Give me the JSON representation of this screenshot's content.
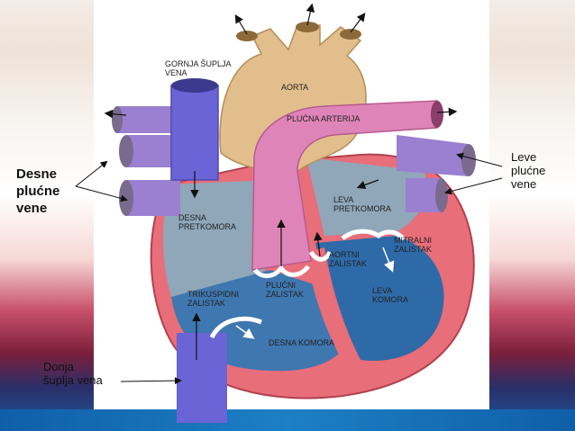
{
  "labels": {
    "gornja_suplja_vena": [
      "GORNJA ŠUPLJA",
      "VENA"
    ],
    "aorta": "AORTA",
    "plucna_arterija": "PLUĆNA ARTERIJA",
    "desne_plucne_vene": [
      "Desne",
      "plućne",
      "vene"
    ],
    "leve_plucne_vene": [
      "Leve",
      "plućne",
      "vene"
    ],
    "leva_pretkomora": [
      "LEVA",
      "PRETKOMORA"
    ],
    "desna_pretkomora": [
      "DESNA",
      "PRETKOMORA"
    ],
    "mitralni_zalistak": [
      "MITRALNI",
      "ZALISTAK"
    ],
    "aortni_zalistak": [
      "AORTNI",
      "ZALISTAK"
    ],
    "plucni_zalistak": [
      "PLUĆNI",
      "ZALISTAK"
    ],
    "leva_komora": [
      "LEVA",
      "KOMORA"
    ],
    "trikuspidni_zalistak": [
      "TRIKUSPIDNI",
      "ZALISTAK"
    ],
    "desna_komora": "DESNA KOMORA",
    "donja_suplja_vena": [
      "Donja",
      "šuplja vena"
    ]
  },
  "colors": {
    "vena_cava": "#6a64d6",
    "aorta": "#e2be8c",
    "pulmonary_artery": "#df84b8",
    "pulmonary_veins": "#9b7fd0",
    "heart_wall": "#e86e7a",
    "right_chamber": "#8fa7b9",
    "left_chamber": "#2f6aa8",
    "valve": "#ffffff"
  }
}
